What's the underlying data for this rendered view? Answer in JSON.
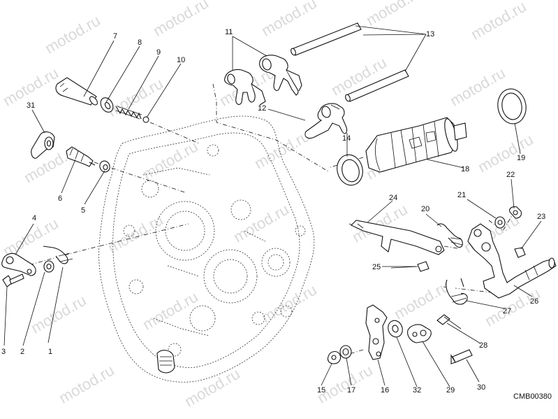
{
  "watermark": "motod.ru",
  "diagram_code": "CMB00380",
  "callouts": [
    {
      "id": "c1",
      "label": "1"
    },
    {
      "id": "c2",
      "label": "2"
    },
    {
      "id": "c3",
      "label": "3"
    },
    {
      "id": "c4",
      "label": "4"
    },
    {
      "id": "c5",
      "label": "5"
    },
    {
      "id": "c6",
      "label": "6"
    },
    {
      "id": "c7",
      "label": "7"
    },
    {
      "id": "c8",
      "label": "8"
    },
    {
      "id": "c9",
      "label": "9"
    },
    {
      "id": "c10",
      "label": "10"
    },
    {
      "id": "c11",
      "label": "11"
    },
    {
      "id": "c12",
      "label": "12"
    },
    {
      "id": "c13",
      "label": "13"
    },
    {
      "id": "c14",
      "label": "14"
    },
    {
      "id": "c15",
      "label": "15"
    },
    {
      "id": "c16",
      "label": "16"
    },
    {
      "id": "c17",
      "label": "17"
    },
    {
      "id": "c18",
      "label": "18"
    },
    {
      "id": "c19",
      "label": "19"
    },
    {
      "id": "c20",
      "label": "20"
    },
    {
      "id": "c21",
      "label": "21"
    },
    {
      "id": "c22",
      "label": "22"
    },
    {
      "id": "c23",
      "label": "23"
    },
    {
      "id": "c24",
      "label": "24"
    },
    {
      "id": "c25",
      "label": "25"
    },
    {
      "id": "c26",
      "label": "26"
    },
    {
      "id": "c27",
      "label": "27"
    },
    {
      "id": "c28",
      "label": "28"
    },
    {
      "id": "c29",
      "label": "29"
    },
    {
      "id": "c30",
      "label": "30"
    },
    {
      "id": "c31",
      "label": "31"
    },
    {
      "id": "c32",
      "label": "32"
    }
  ]
}
